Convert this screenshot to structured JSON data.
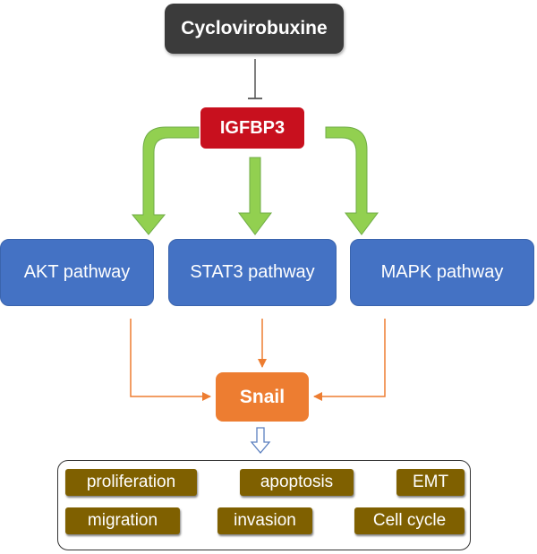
{
  "nodes": {
    "drug": "Cyclovirobuxine",
    "target": "IGFBP3",
    "pathways": [
      "AKT pathway",
      "STAT3 pathway",
      "MAPK pathway"
    ],
    "regulator": "Snail"
  },
  "outcomes": [
    "proliferation",
    "apoptosis",
    "EMT",
    "migration",
    "invasion",
    "Cell cycle"
  ],
  "edges": [
    {
      "from": "drug",
      "to": "target",
      "type": "inhibition"
    },
    {
      "from": "target",
      "to": "AKT pathway",
      "type": "activation"
    },
    {
      "from": "target",
      "to": "STAT3 pathway",
      "type": "activation"
    },
    {
      "from": "target",
      "to": "MAPK pathway",
      "type": "activation"
    },
    {
      "from": "AKT pathway",
      "to": "regulator",
      "type": "activation"
    },
    {
      "from": "STAT3 pathway",
      "to": "regulator",
      "type": "activation"
    },
    {
      "from": "MAPK pathway",
      "to": "regulator",
      "type": "activation"
    },
    {
      "from": "regulator",
      "to": "outcomes",
      "type": "leads-to"
    }
  ],
  "colors": {
    "drug": "#3b3b3b",
    "target": "#c8101e",
    "pathway": "#4472c4",
    "regulator": "#ed7d31",
    "outcome": "#7f6000",
    "green_arrow": "#92d050",
    "orange_arrow": "#ed7d31"
  }
}
